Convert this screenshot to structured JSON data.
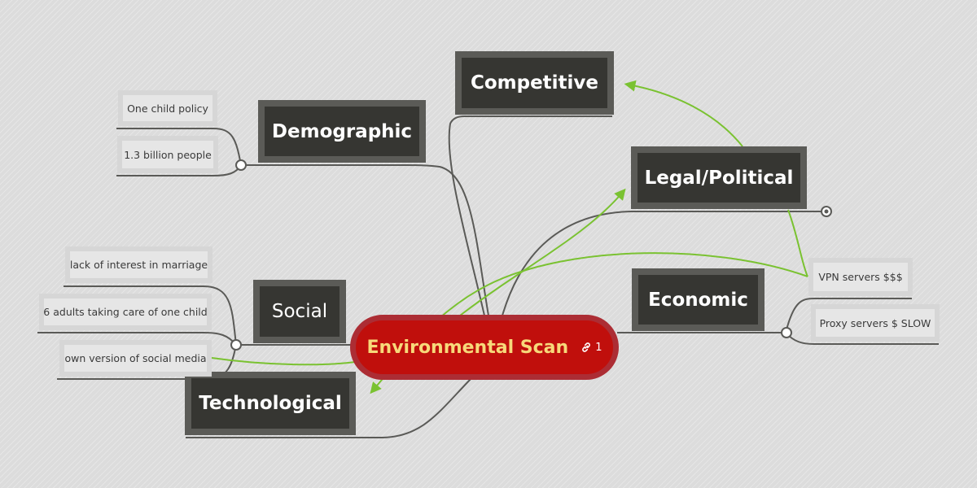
{
  "root": {
    "title": "Environmental Scan",
    "link_count": "1",
    "link_icon": "link-icon"
  },
  "branches": {
    "competitive": "Competitive",
    "demographic": "Demographic",
    "legal_political": "Legal/Political",
    "economic": "Economic",
    "social": "Social",
    "technological": "Technological"
  },
  "leaves": {
    "demographic": [
      "One child policy",
      "1.3 billion people"
    ],
    "social": [
      "lack of interest in marriage",
      "6 adults taking care of one child",
      "own version of social media"
    ],
    "economic": [
      "VPN servers $$$",
      "Proxy servers $ SLOW"
    ]
  },
  "colors": {
    "root_fill": "#c00f0c",
    "root_text": "#f7d97a",
    "node_fill": "#363632",
    "connector": "#5a5a57",
    "relationship": "#7ac231"
  }
}
